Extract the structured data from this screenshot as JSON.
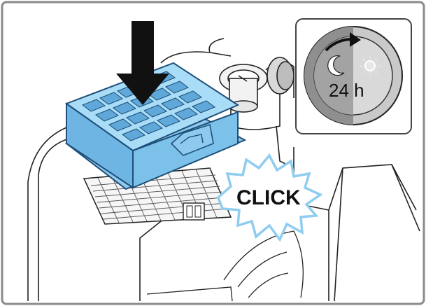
{
  "illustration": {
    "subject": "vacuum-exhaust-filter-insertion",
    "callout_text": "CLICK",
    "inset": {
      "clock_label": "24 h",
      "icons": [
        "moon-icon",
        "sun-icon",
        "rotate-arrow-icon"
      ]
    },
    "colors": {
      "filter_blue": "#7cc1ea",
      "filter_dark": "#1d4f78",
      "callout_blue": "#8fcdf0",
      "inset_grey": "#9a9a9a",
      "frame": "#8a8a8a"
    }
  }
}
